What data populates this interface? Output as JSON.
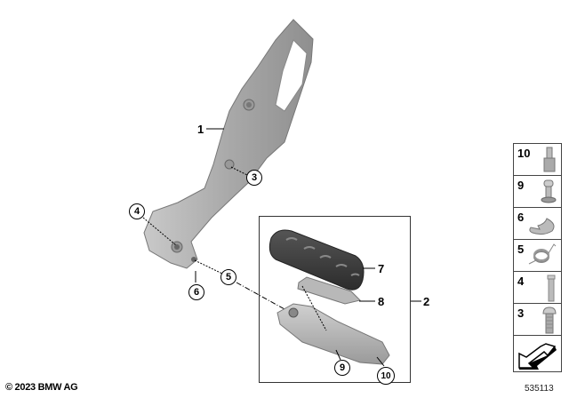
{
  "diagram": {
    "type": "parts-exploded-view",
    "subject": "footrest bracket assembly",
    "callouts": [
      {
        "id": "1",
        "style": "plain",
        "part": "bracket"
      },
      {
        "id": "2",
        "style": "plain",
        "part": "footrest assembly (boxed group)"
      },
      {
        "id": "3",
        "style": "circled",
        "part": "screw"
      },
      {
        "id": "4",
        "style": "circled",
        "part": "pin"
      },
      {
        "id": "5",
        "style": "circled",
        "part": "spring"
      },
      {
        "id": "6",
        "style": "circled",
        "part": "circlip"
      },
      {
        "id": "7",
        "style": "plain",
        "part": "rubber footrest pad"
      },
      {
        "id": "8",
        "style": "plain",
        "part": "plate"
      },
      {
        "id": "9",
        "style": "circled",
        "part": "footrest body"
      },
      {
        "id": "10",
        "style": "circled",
        "part": "stud"
      }
    ]
  },
  "labels": {
    "l1": "1",
    "l2": "2",
    "l3": "3",
    "l4": "4",
    "l5": "5",
    "l6": "6",
    "l7": "7",
    "l8": "8",
    "l9": "9",
    "l10": "10"
  },
  "legend": {
    "items": [
      {
        "num": "10",
        "icon": "stud-icon"
      },
      {
        "num": "9",
        "icon": "pin-head-icon"
      },
      {
        "num": "6",
        "icon": "circlip-icon"
      },
      {
        "num": "5",
        "icon": "spring-icon"
      },
      {
        "num": "4",
        "icon": "pin-icon"
      },
      {
        "num": "3",
        "icon": "screw-icon"
      }
    ],
    "arrow_icon": "direction-arrow-icon"
  },
  "footer": {
    "copyright": "© 2023 BMW AG",
    "diagram_id": "535113"
  }
}
